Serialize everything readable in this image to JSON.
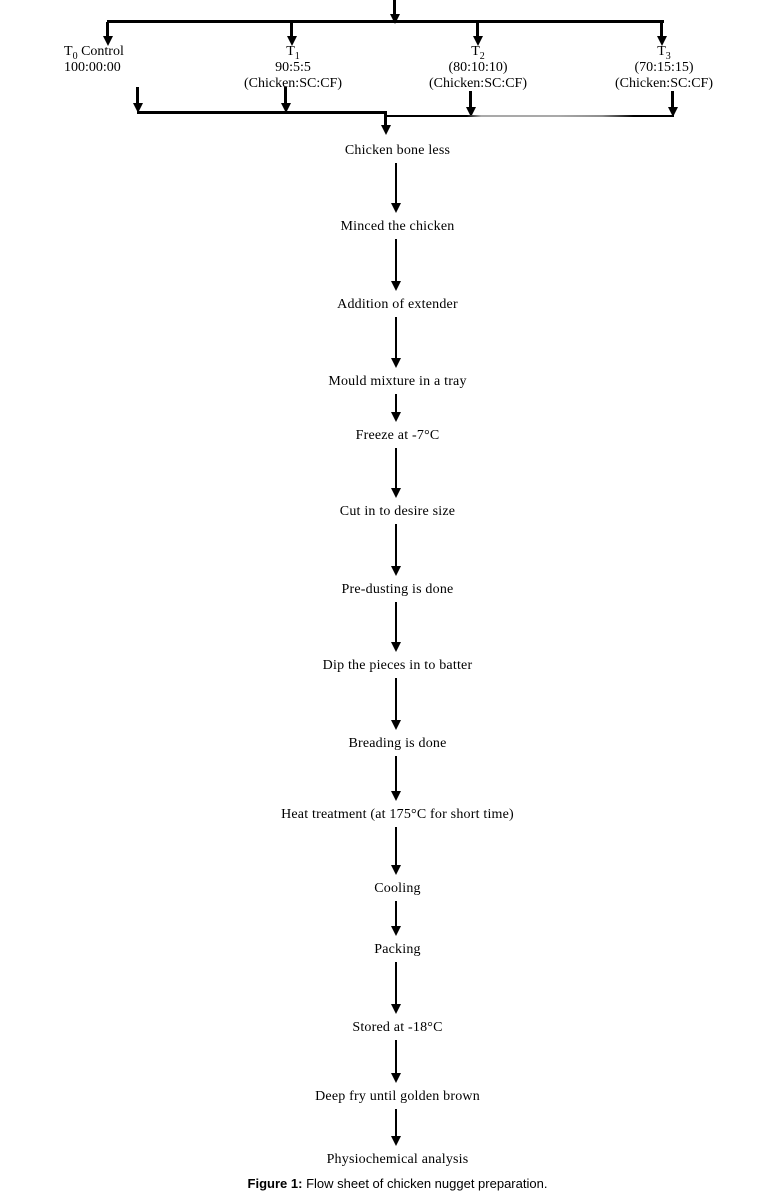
{
  "treatments": [
    {
      "symbol": "T",
      "subscript": "0",
      "suffix": " Control",
      "ratio": "100:00:00",
      "composition": ""
    },
    {
      "symbol": "T",
      "subscript": "1",
      "suffix": "",
      "ratio": "90:5:5",
      "composition": "(Chicken:SC:CF)"
    },
    {
      "symbol": "T",
      "subscript": "2",
      "suffix": "",
      "ratio": "(80:10:10)",
      "composition": "(Chicken:SC:CF)"
    },
    {
      "symbol": "T",
      "subscript": "3",
      "suffix": "",
      "ratio": "(70:15:15)",
      "composition": "(Chicken:SC:CF)"
    }
  ],
  "steps": [
    "Chicken bone less",
    "Minced the chicken",
    "Addition of extender",
    "Mould mixture in a tray",
    "Freeze at -7°C",
    "Cut in to desire size",
    "Pre-dusting is done",
    "Dip the pieces in to batter",
    "Breading is done",
    "Heat treatment (at 175°C for short time)",
    "Cooling",
    "Packing",
    "Stored at -18°C",
    "Deep fry until golden brown",
    "Physiochemical analysis"
  ],
  "caption": {
    "label": "Figure 1:",
    "text": " Flow sheet of chicken nugget preparation."
  },
  "colors": {
    "line": "#000000",
    "faded_line": "#a9a9a9",
    "text": "#000000"
  }
}
